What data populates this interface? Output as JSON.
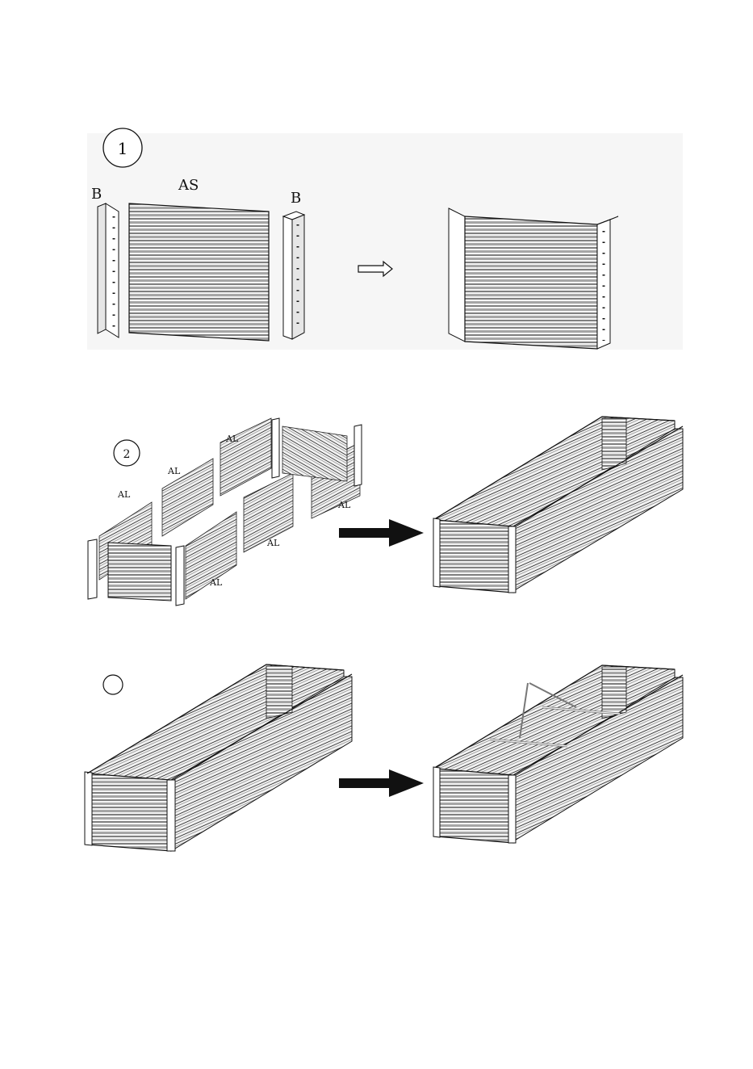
{
  "steps": [
    {
      "number": "1",
      "labels": {
        "side_left": "B",
        "panel": "AS",
        "side_right": "B"
      },
      "arrow": "outline"
    },
    {
      "number": "2",
      "labels": [
        "AL",
        "AL",
        "AL",
        "AL",
        "AL",
        "AL"
      ],
      "arrow": "solid"
    },
    {
      "number": "",
      "arrow": "solid"
    }
  ]
}
